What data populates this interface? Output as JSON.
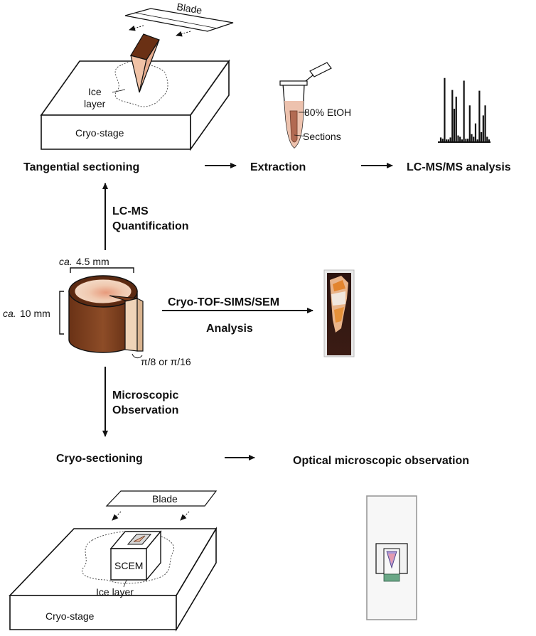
{
  "top": {
    "blade": "Blade",
    "ice_layer_line1": "Ice",
    "ice_layer_line2": "layer",
    "cryo_stage": "Cryo-stage",
    "step1": "Tangential sectioning",
    "tube_label_etoh": "80% EtOH",
    "tube_label_sections": "Sections",
    "step2": "Extraction",
    "step3": "LC-MS/MS analysis"
  },
  "spectrum_peaks": [
    0.07,
    0.05,
    0.96,
    0.04,
    0.04,
    0.07,
    0.78,
    0.5,
    0.68,
    0.1,
    0.08,
    0.04,
    0.92,
    0.05,
    0.05,
    0.55,
    0.12,
    0.08,
    0.28,
    0.04,
    0.77,
    0.15,
    0.4,
    0.55,
    0.08,
    0.04
  ],
  "left_branch": {
    "up_line1": "LC-MS",
    "up_line2": "Quantification",
    "down_line1": "Microscopic",
    "down_line2": "Observation"
  },
  "sample": {
    "width_prefix": "ca.",
    "width_value": "4.5 mm",
    "height_prefix": "ca.",
    "height_value": "10 mm",
    "angle": "π/8 or π/16"
  },
  "right_branch": {
    "line1": "Cryo-TOF-SIMS/SEM",
    "line2": "Analysis"
  },
  "bottom": {
    "step1": "Cryo-sectioning",
    "step2": "Optical microscopic observation",
    "blade": "Blade",
    "scem": "SCEM",
    "ice_layer": "Ice layer",
    "cryo_stage": "Cryo-stage"
  },
  "colors": {
    "wood_dark": "#5a2a12",
    "wood_mid": "#8a4a24",
    "sapwood": "#e8c7a8",
    "tube_liquid": "#e9b9a4"
  }
}
